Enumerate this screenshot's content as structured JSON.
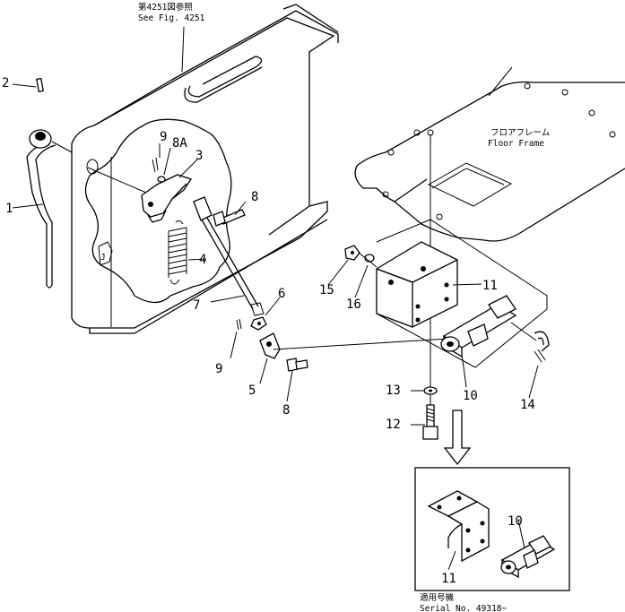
{
  "notes": {
    "see_fig_jp": "第4251図参照",
    "see_fig_en": "See Fig. 4251",
    "floor_frame_jp": "フロアフレーム",
    "floor_frame_en": "Floor Frame",
    "serial_jp": "適用号機",
    "serial_en": "Serial No. 49318~"
  },
  "parts": {
    "p1": "1",
    "p2": "2",
    "p3": "3",
    "p4": "4",
    "p5": "5",
    "p6": "6",
    "p7": "7",
    "p8a": "8",
    "p8b": "8",
    "p8A": "8A",
    "p9a": "9",
    "p9b": "9",
    "p10a": "10",
    "p10b": "10",
    "p11a": "11",
    "p11b": "11",
    "p12": "12",
    "p13": "13",
    "p14": "14",
    "p15": "15",
    "p16": "16"
  }
}
